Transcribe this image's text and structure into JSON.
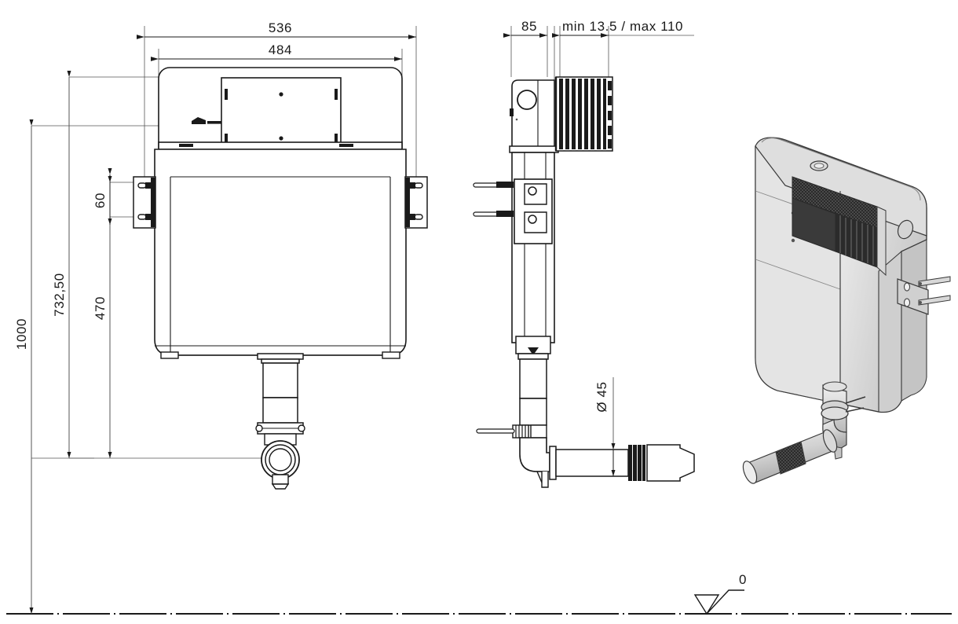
{
  "drawing": {
    "title": "Concealed cistern technical drawing",
    "background_color": "#ffffff",
    "line_color": "#1a1a1a",
    "thin_line_color": "#555555",
    "shade_light": "#e8e8e8",
    "shade_mid": "#d0d0d0",
    "shade_dark": "#3a3a3a",
    "units_note": "mm"
  },
  "views": {
    "front": {
      "name": "front-elevation-view"
    },
    "side": {
      "name": "side-section-view"
    },
    "iso": {
      "name": "isometric-3d-view"
    }
  },
  "dimensions": {
    "overall_width": "536",
    "inner_width": "484",
    "total_height": "1000",
    "height_to_top": "732,50",
    "height_to_bracket_lower": "470",
    "bracket_spacing": "60",
    "depth": "85",
    "wall_thickness_range": "min 13.5 / max 110",
    "pipe_diameter": "Ø 45"
  },
  "annotations": {
    "datum_label": "0",
    "datum_name": "floor-level-datum"
  }
}
